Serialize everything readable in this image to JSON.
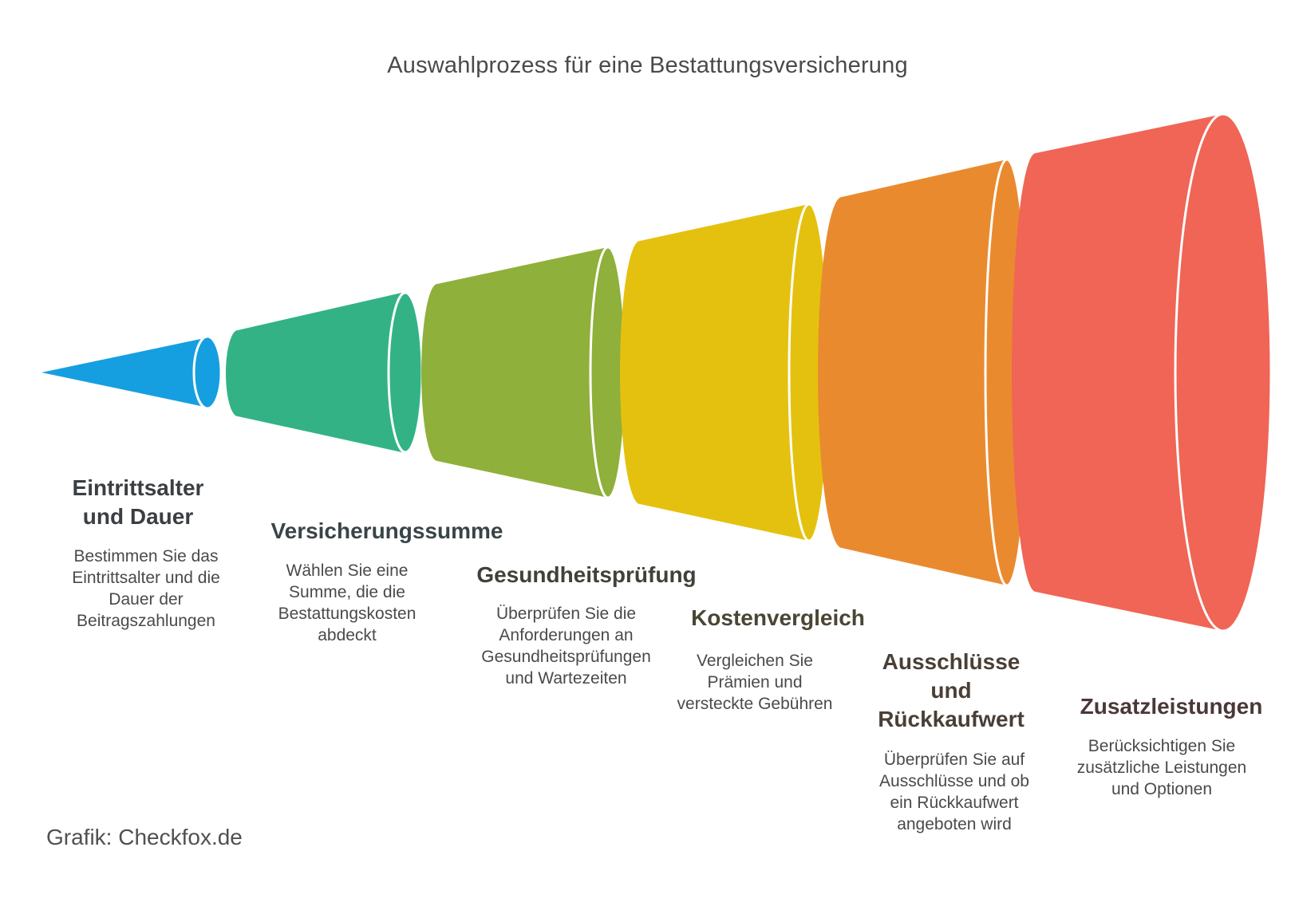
{
  "title": "Auswahlprozess für eine Bestattungsversicherung",
  "credit": "Grafik: Checkfox.de",
  "steps": [
    {
      "heading": "Eintrittsalter und Dauer",
      "description": "Bestimmen Sie das Eintrittsalter und die Dauer der Beitragszahlungen",
      "color": "#169fe0"
    },
    {
      "heading": "Versicherungssumme",
      "description": "Wählen Sie eine Summe, die die Bestattungskosten abdeckt",
      "color": "#33b385"
    },
    {
      "heading": "Gesundheitsprüfung",
      "description": "Überprüfen Sie die Anforderungen an Gesundheitsprüfungen und Wartezeiten",
      "color": "#8fb03a"
    },
    {
      "heading": "Kostenvergleich",
      "description": "Vergleichen Sie Prämien und versteckte Gebühren",
      "color": "#e5c10f"
    },
    {
      "heading": "Ausschlüsse und Rückkaufwert",
      "description": "Überprüfen Sie auf Ausschlüsse und ob ein Rückkaufwert angeboten wird",
      "color": "#ea8a2f"
    },
    {
      "heading": "Zusatzleistungen",
      "description": "Berücksichtigen Sie zusätzliche Leistungen und Optionen",
      "color": "#f06555"
    }
  ]
}
